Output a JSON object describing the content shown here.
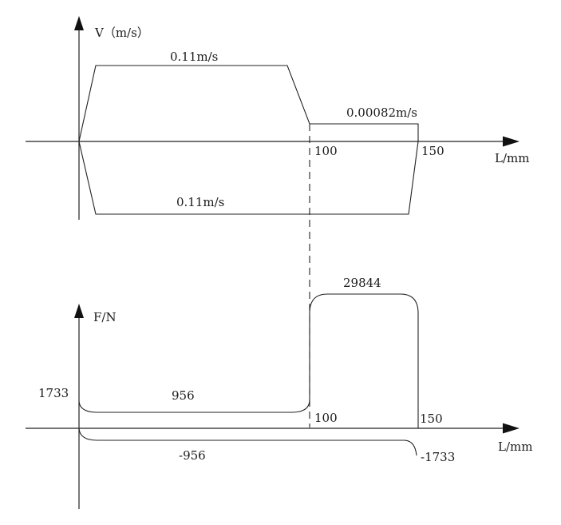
{
  "velocity_diagram": {
    "axis_y_label": "V（m/s）",
    "axis_x_label": "L/mm",
    "fast_forward_label": "0.11m/s",
    "work_feed_label": "0.00082m/s",
    "fast_return_label": "0.11m/s",
    "tick_100": "100",
    "tick_150": "150"
  },
  "force_diagram": {
    "axis_y_label": "F/N",
    "axis_x_label": "L/mm",
    "start_value": "1733",
    "fast_forward_force": "956",
    "work_force": "29844",
    "return_force": "-956",
    "end_value": "-1733",
    "tick_100": "100",
    "tick_150": "150"
  }
}
